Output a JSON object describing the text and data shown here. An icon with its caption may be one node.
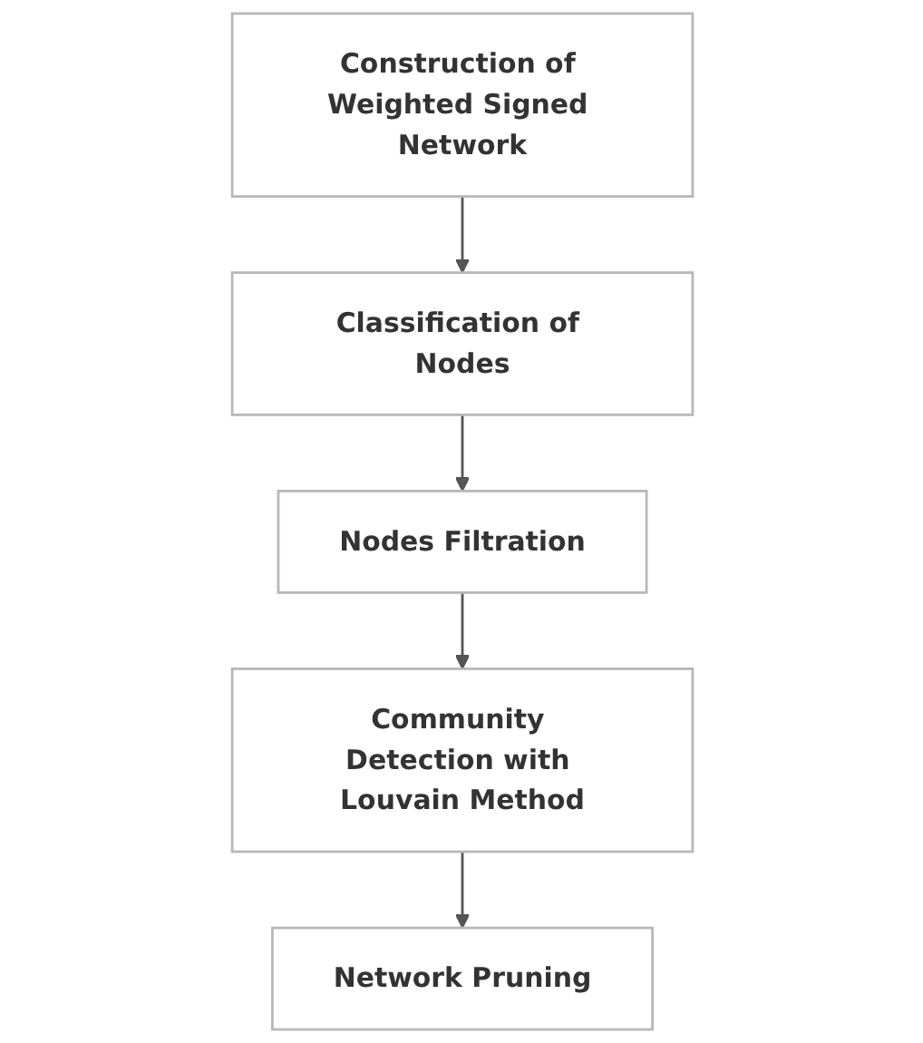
{
  "diagram": {
    "nodes": [
      {
        "text": [
          "Construction of Weighted Signed Network"
        ]
      },
      {
        "text": [
          "Classification of Nodes"
        ]
      },
      {
        "text": [
          "Nodes Filtration"
        ]
      },
      {
        "text": [
          "Community Detection with Louvain Method"
        ]
      },
      {
        "text": [
          "Network Pruning"
        ]
      }
    ],
    "edges": [
      {
        "from": 0,
        "to": 1,
        "arrow": "to"
      },
      {
        "from": 1,
        "to": 2,
        "arrow": "to"
      },
      {
        "from": 2,
        "to": 3,
        "arrow": "to"
      },
      {
        "from": 3,
        "to": 4,
        "arrow": "to"
      }
    ]
  }
}
